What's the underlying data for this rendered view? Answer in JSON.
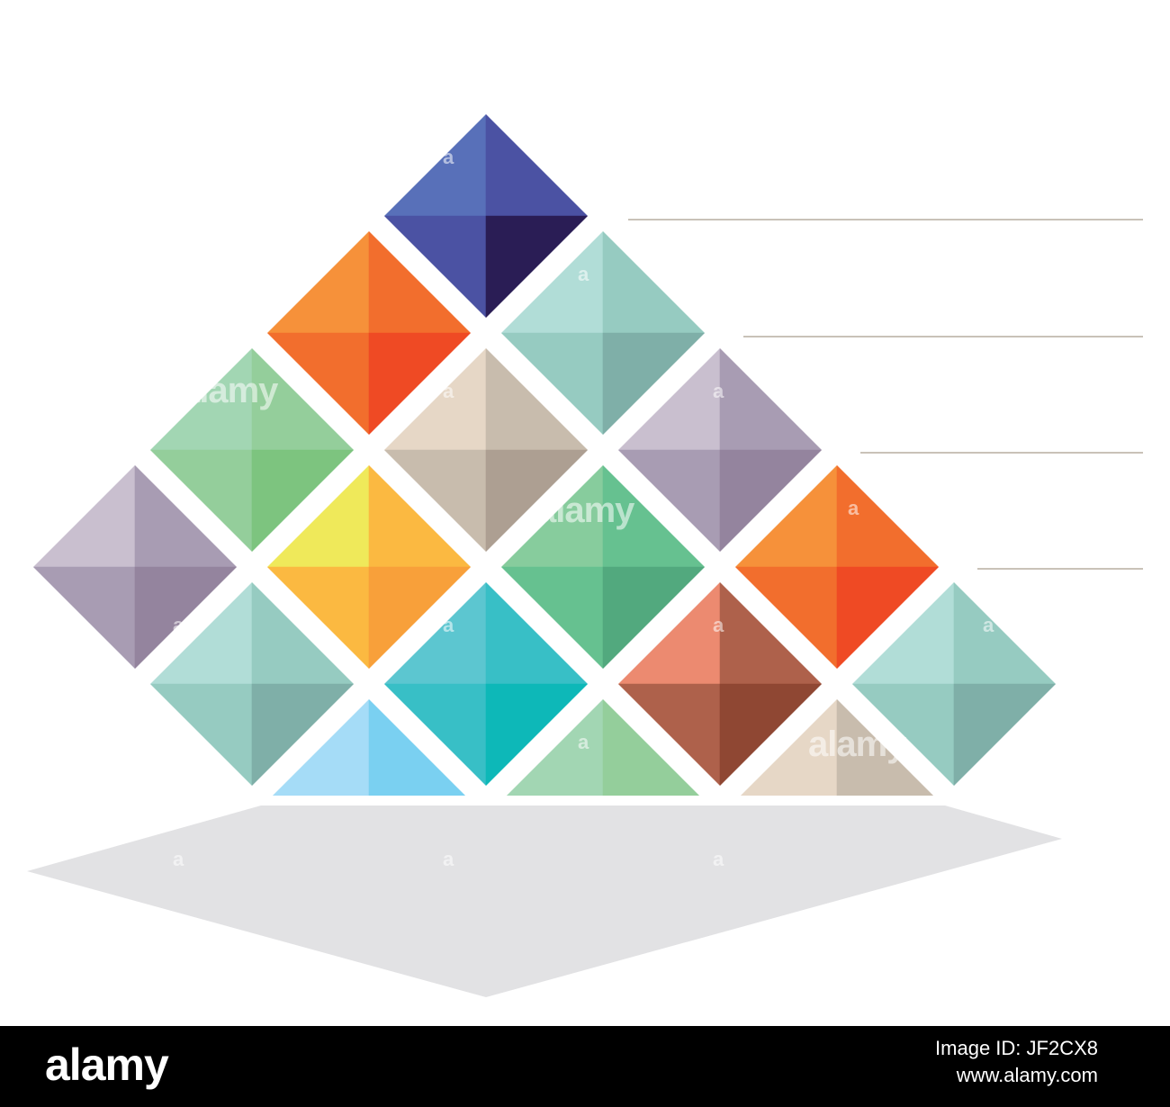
{
  "diagram": {
    "background": "#ffffff",
    "shadow_color": "#e2e2e4",
    "line_color": "#c9c2b8",
    "tiles": [
      {
        "colors": [
          "#5870b9",
          "#4b52a3",
          "#4b52a3",
          "#2a1d55"
        ]
      },
      {
        "colors": [
          "#f6913a",
          "#f26e2d",
          "#f26e2d",
          "#ef4a24"
        ]
      },
      {
        "colors": [
          "#b1ddd7",
          "#96cbc1",
          "#96cbc1",
          "#7fafa8"
        ]
      },
      {
        "colors": [
          "#a2d6b3",
          "#94ce9b",
          "#94ce9b",
          "#7dc47f"
        ]
      },
      {
        "colors": [
          "#e6d7c6",
          "#c8bcad",
          "#c8bcad",
          "#ad9f92"
        ]
      },
      {
        "colors": [
          "#c9bfcf",
          "#a89cb3",
          "#a89cb3",
          "#94849e"
        ]
      },
      {
        "colors": [
          "#c9bfcf",
          "#a89cb3",
          "#a89cb3",
          "#94849e"
        ]
      },
      {
        "colors": [
          "#efe95a",
          "#fbb941",
          "#fbb941",
          "#f8a03a"
        ]
      },
      {
        "colors": [
          "#87cc9d",
          "#66c190",
          "#66c190",
          "#52a97e"
        ]
      },
      {
        "colors": [
          "#f6913a",
          "#f26e2d",
          "#f26e2d",
          "#ef4a24"
        ]
      },
      {
        "colors": [
          "#b1ddd7",
          "#96cbc1",
          "#96cbc1",
          "#7fafa8"
        ]
      },
      {
        "colors": [
          "#5cc6d0",
          "#38bfc6",
          "#38bfc6",
          "#0db8b8"
        ]
      },
      {
        "colors": [
          "#ec8a70",
          "#ae614b",
          "#ae614b",
          "#8f4733"
        ]
      },
      {
        "colors": [
          "#b1ddd7",
          "#96cbc1",
          "#96cbc1",
          "#7fafa8"
        ]
      },
      {
        "colors": [
          "#a5dcf7",
          "#7ad0f1",
          "#7ad0f1",
          "#7ad0f1"
        ]
      },
      {
        "colors": [
          "#a2d6b3",
          "#94ce9b",
          "#94ce9b",
          "#94ce9b"
        ]
      },
      {
        "colors": [
          "#e6d7c6",
          "#c8bcad",
          "#c8bcad",
          "#c8bcad"
        ]
      }
    ]
  },
  "watermark": {
    "brand": "alamy",
    "letter": "a"
  },
  "footer": {
    "logo": "alamy",
    "image_id": "Image ID: JF2CX8",
    "url": "www.alamy.com"
  }
}
